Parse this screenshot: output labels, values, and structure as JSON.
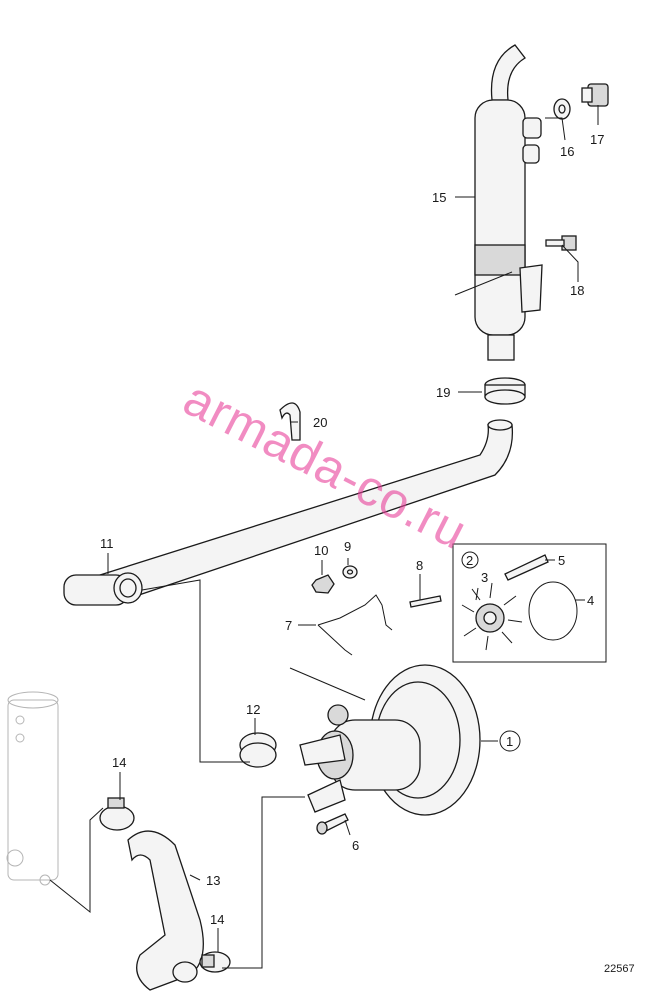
{
  "watermark": "armada-co.ru",
  "figure_number": "22567",
  "callouts": {
    "c1": "1",
    "c2": "2",
    "c3": "3",
    "c4": "4",
    "c5": "5",
    "c6": "6",
    "c7": "7",
    "c8": "8",
    "c9": "9",
    "c10": "10",
    "c11": "11",
    "c12": "12",
    "c13": "13",
    "c14a": "14",
    "c14b": "14",
    "c15": "15",
    "c16": "16",
    "c17": "17",
    "c18": "18",
    "c19": "19",
    "c20": "20"
  }
}
